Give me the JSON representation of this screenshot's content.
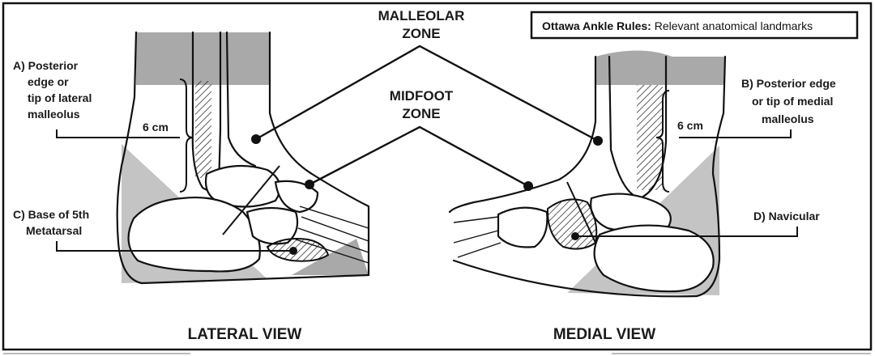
{
  "legend": {
    "title_bold": "Ottawa Ankle Rules:",
    "title_rest": " Relevant anatomical landmarks"
  },
  "zones": {
    "malleolar": [
      "MALLEOLAR",
      "ZONE"
    ],
    "midfoot": [
      "MIDFOOT",
      "ZONE"
    ]
  },
  "landmarks": {
    "a": [
      "A) Posterior",
      "edge or",
      "tip of lateral",
      "malleolus"
    ],
    "b": [
      "B) Posterior edge",
      "or tip of medial",
      "malleolus"
    ],
    "c": [
      "C) Base of 5th",
      "Metatarsal"
    ],
    "d": [
      "D) Navicular"
    ]
  },
  "measures": {
    "lateral": "6 cm",
    "medial": "6 cm"
  },
  "views": {
    "lateral": "LATERAL VIEW",
    "medial": "MEDIAL VIEW"
  }
}
